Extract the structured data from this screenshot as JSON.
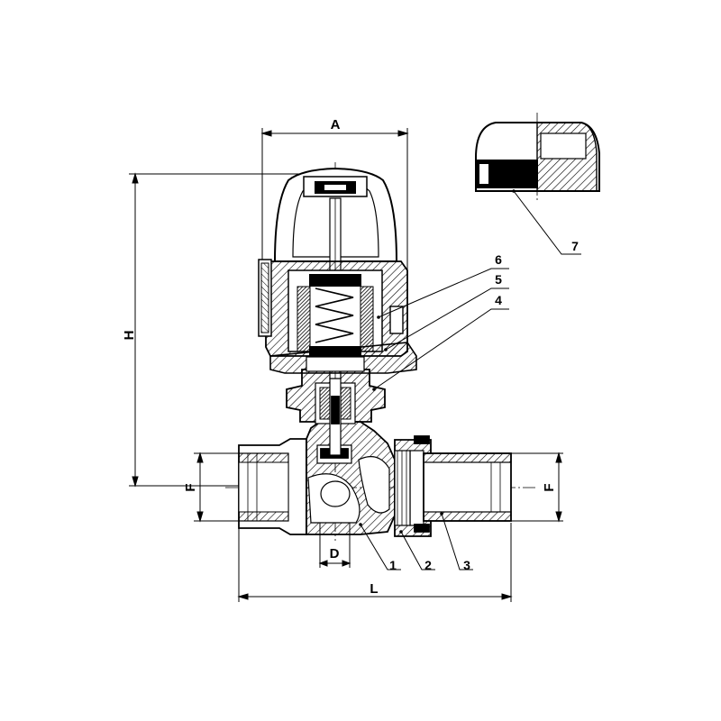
{
  "dimensions": {
    "width_label": "A",
    "height_label": "H",
    "length_label": "L",
    "thread_left_label": "F",
    "thread_right_label": "F",
    "offset_label": "D"
  },
  "parts": [
    "1",
    "2",
    "3",
    "4",
    "5",
    "6",
    "7"
  ],
  "colors": {
    "ink": "#000000",
    "hatch": "#000000",
    "paper": "#ffffff"
  }
}
